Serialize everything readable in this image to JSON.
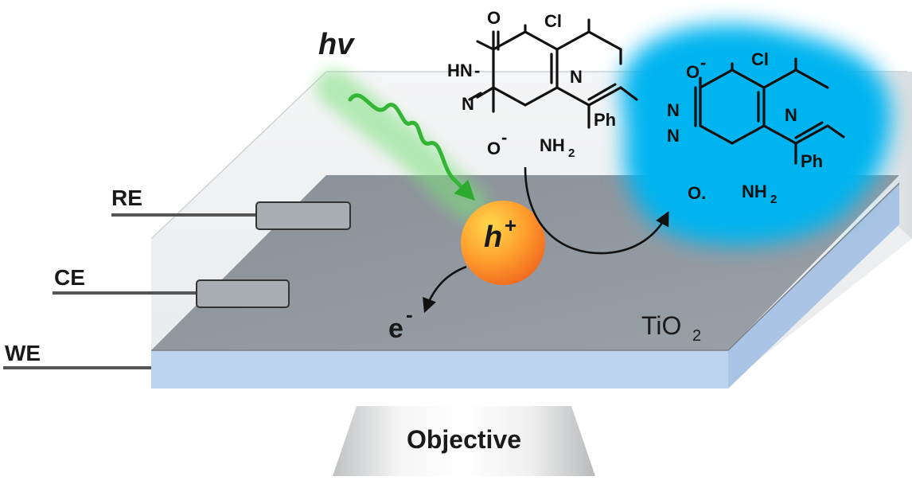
{
  "electrodes": {
    "re_label": "RE",
    "ce_label": "CE",
    "we_label": "WE"
  },
  "light": {
    "label": "hv",
    "wave_color": "#3fbf3f"
  },
  "hole": {
    "label": "h",
    "charge": "+"
  },
  "electron": {
    "label": "e",
    "charge": "-"
  },
  "substrate": {
    "label": "TiO",
    "subscript": "2",
    "surface_color": "#8e949c",
    "edge_color": "#bcd3ee"
  },
  "reactant": {
    "top_oxygen": "O",
    "nh": "HN",
    "hyphen": "-",
    "n_lower": "N",
    "bottom_oxygen": "O",
    "bottom_charge": "-",
    "chloro": "Cl",
    "ring_n": "N",
    "phenyl": "Ph",
    "amine": "NH",
    "amine_sub": "2"
  },
  "product": {
    "top_oxygen": "O",
    "top_charge": "-",
    "n_upper": "N",
    "n_lower": "N",
    "bottom_oxygen": "O.",
    "chloro": "Cl",
    "ring_n": "N",
    "phenyl": "Ph",
    "amine": "NH",
    "amine_sub": "2",
    "glow_color": "#00b4f0"
  },
  "objective": {
    "label": "Objective"
  }
}
